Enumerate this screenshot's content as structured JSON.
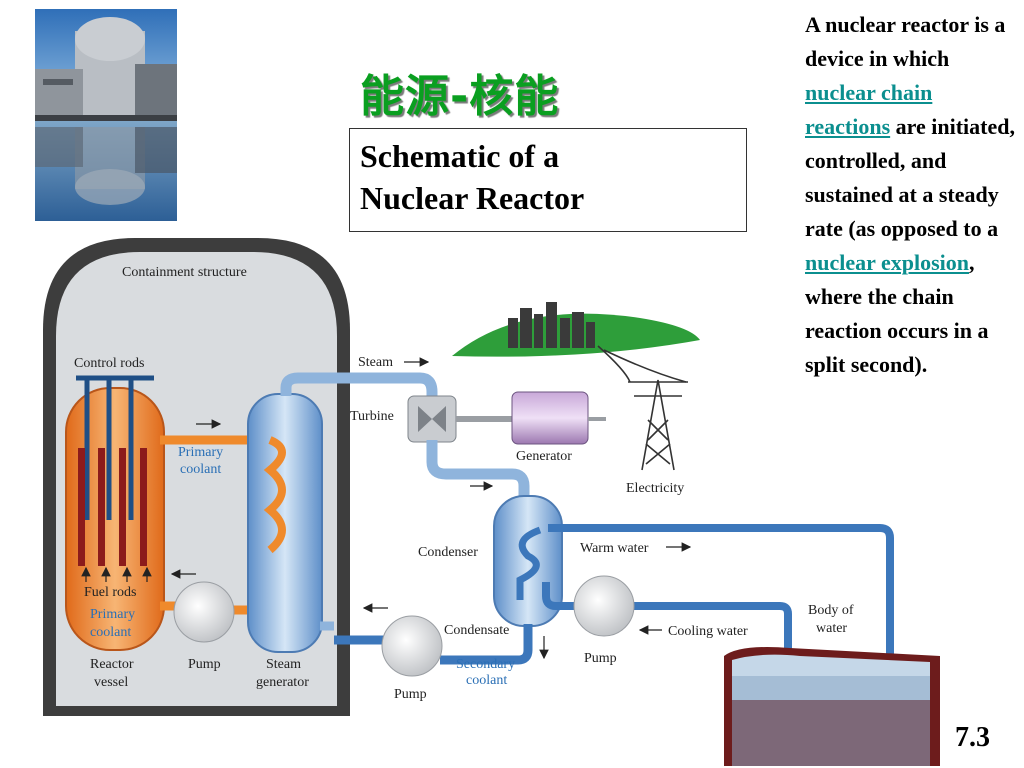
{
  "slide": {
    "title": "能源-核能",
    "subtitle_line1": "Schematic of a",
    "subtitle_line2": "Nuclear Reactor",
    "description": {
      "part1": "A nuclear reactor is a device in which ",
      "link1": "nuclear chain reactions",
      "part2": " are initiated, controlled, and sustained at a steady rate (as opposed to a ",
      "link2": "nuclear explosion",
      "part3": ", where the chain reaction occurs in a split second)."
    },
    "slide_number": "7.3"
  },
  "diagram": {
    "labels": {
      "containment": "Containment structure",
      "control_rods": "Control rods",
      "fuel_rods": "Fuel rods",
      "primary_coolant_top_1": "Primary",
      "primary_coolant_top_2": "coolant",
      "primary_coolant_vessel_1": "Primary",
      "primary_coolant_vessel_2": "coolant",
      "reactor_vessel_1": "Reactor",
      "reactor_vessel_2": "vessel",
      "pump_primary": "Pump",
      "steam_generator_1": "Steam",
      "steam_generator_2": "generator",
      "steam": "Steam",
      "turbine": "Turbine",
      "generator": "Generator",
      "electricity": "Electricity",
      "condenser": "Condenser",
      "warm_water": "Warm water",
      "condensate": "Condensate",
      "secondary_coolant_1": "Secondary",
      "secondary_coolant_2": "coolant",
      "pump_secondary": "Pump",
      "pump_cooling": "Pump",
      "cooling_water": "Cooling water",
      "body_of_water_1": "Body of",
      "body_of_water_2": "water"
    }
  }
}
